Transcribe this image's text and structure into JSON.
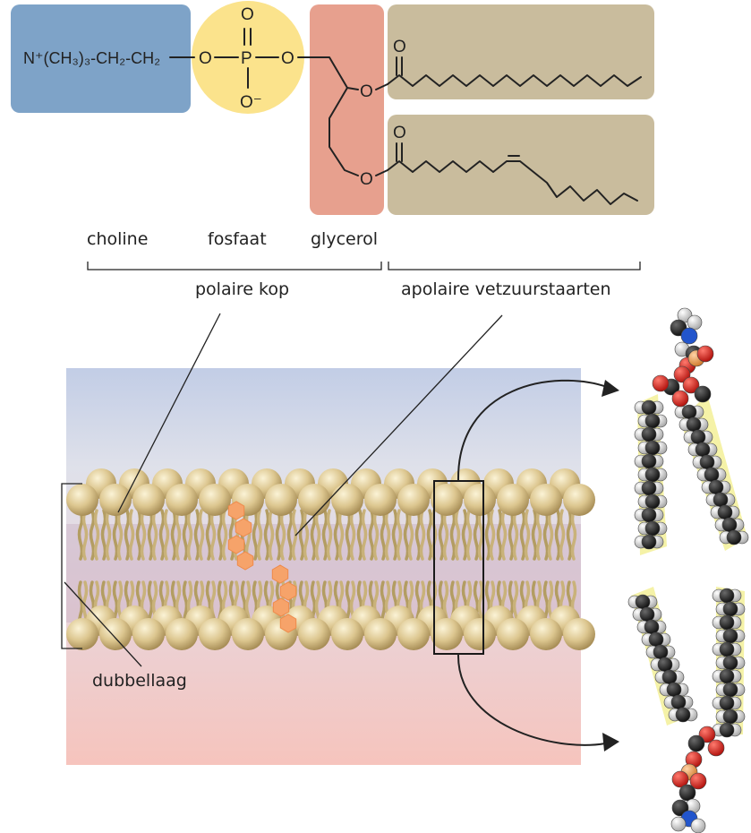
{
  "colors": {
    "choline_box": "#7ea3c8",
    "phosphate_circle": "#fbe38c",
    "glycerol_box": "#e7a08e",
    "tail_box": "#c9bc9d",
    "water_top": "#c9d3e8",
    "water_bottom": "#f6c6c0",
    "head_bead": "#dcc898",
    "cholesterol": "#f6a36a",
    "oxygen": "#e2312b",
    "carbon": "#2a2a2a",
    "hydrogen": "#d8d8d8",
    "phosphorus": "#f0a461",
    "tail_outline": "#e4e35a",
    "nitrogen": "#2255cc"
  },
  "formula": {
    "choline_text": "N⁺(CH₃)₃-CH₂-CH₂",
    "phosphate_o_left": "O",
    "phosphate_p": "P",
    "phosphate_o_right": "O",
    "phosphate_o_top": "O",
    "phosphate_o_bottom": "O⁻",
    "glycerol_o_top": "O",
    "glycerol_o_bottom": "O",
    "tail1_carbonyl_o": "O",
    "tail2_carbonyl_o": "O"
  },
  "labels": {
    "choline": "choline",
    "fosfaat": "fosfaat",
    "glycerol": "glycerol",
    "polaire_kop": "polaire kop",
    "apolaire_staarten": "apolaire vetzuurstaarten",
    "dubbellaag": "dubbellaag"
  }
}
